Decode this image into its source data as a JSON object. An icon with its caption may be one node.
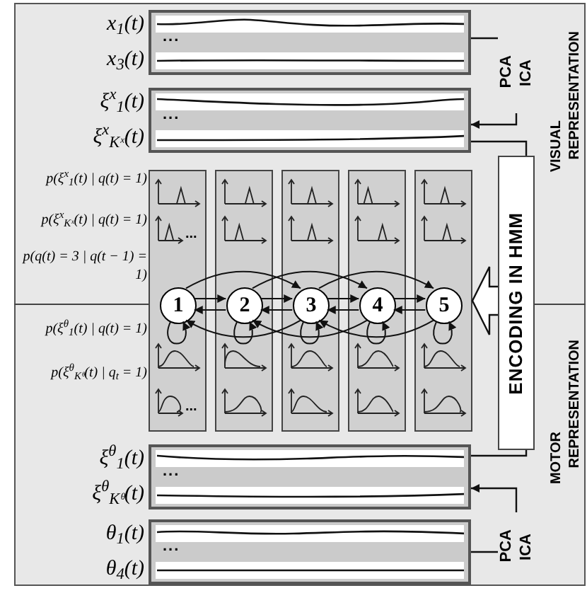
{
  "diagram": {
    "nodes": [
      {
        "text": [
          "..."
        ],
        "beside": [
          "x$_{1}$(t)",
          "x$_{3}$(t)"
        ]
      },
      {
        "text": [
          "..."
        ],
        "beside": [
          "ξ$^{x}$$_{1}$(t)",
          "ξ$^{x}$$_{Kˣ}$(t)"
        ]
      },
      {
        "text": [
          "PCA",
          "ICA"
        ]
      },
      {
        "text": [
          "...",
          "..."
        ]
      },
      {
        "text": [],
        "shape": "box"
      },
      {
        "text": [],
        "shape": "box"
      },
      {
        "text": [],
        "shape": "box"
      },
      {
        "text": [],
        "shape": "box"
      },
      {
        "text": [
          "1"
        ],
        "in": 3
      },
      {
        "text": [
          "2"
        ],
        "in": 4
      },
      {
        "text": [
          "3"
        ],
        "in": 5
      },
      {
        "text": [
          "4"
        ],
        "in": 6
      },
      {
        "text": [
          "5"
        ],
        "in": 7
      },
      {
        "text": [
          "ENCODING IN HMM"
        ]
      },
      {
        "text": [
          "..."
        ],
        "beside": [
          "ξ$^{θ}$$_{1}$(t)",
          "ξ$^{θ}$$_{Kᶿ}$(t)"
        ]
      },
      {
        "text": [
          "..."
        ],
        "beside": [
          "θ$_{1}$(t)",
          "θ$_{4}$(t)"
        ]
      },
      {
        "text": [
          "PCA",
          "ICA"
        ]
      }
    ],
    "edges": [
      {
        "from": 0,
        "to": 2,
        "arrow": "none"
      },
      {
        "from": 2,
        "to": 1,
        "arrow": "to"
      },
      {
        "from": 1,
        "to": 13,
        "arrow": "none"
      },
      {
        "from": 15,
        "to": 16,
        "arrow": "none"
      },
      {
        "from": 16,
        "to": 14,
        "arrow": "to"
      },
      {
        "from": 14,
        "to": 13,
        "arrow": "none"
      },
      {
        "from": 13,
        "to": 7,
        "arrow": "to",
        "style": "thick"
      },
      {
        "from": 8,
        "to": 9,
        "arrow": "to"
      },
      {
        "from": 9,
        "to": 10,
        "arrow": "to"
      },
      {
        "from": 10,
        "to": 11,
        "arrow": "to"
      },
      {
        "from": 11,
        "to": 12,
        "arrow": "to"
      },
      {
        "from": 9,
        "to": 8,
        "arrow": "to"
      },
      {
        "from": 10,
        "to": 9,
        "arrow": "to"
      },
      {
        "from": 11,
        "to": 10,
        "arrow": "to"
      },
      {
        "from": 12,
        "to": 11,
        "arrow": "to"
      },
      {
        "from": 8,
        "to": 10,
        "arrow": "to"
      },
      {
        "from": 9,
        "to": 11,
        "arrow": "to"
      },
      {
        "from": 10,
        "to": 12,
        "arrow": "to"
      },
      {
        "from": 10,
        "to": 8,
        "arrow": "to"
      },
      {
        "from": 11,
        "to": 9,
        "arrow": "to"
      },
      {
        "from": 12,
        "to": 10,
        "arrow": "to"
      },
      {
        "from": 8,
        "to": 8,
        "arrow": "to"
      },
      {
        "from": 9,
        "to": 9,
        "arrow": "to"
      },
      {
        "from": 10,
        "to": 10,
        "arrow": "to"
      },
      {
        "from": 11,
        "to": 11,
        "arrow": "to"
      },
      {
        "from": 12,
        "to": 12,
        "arrow": "to"
      }
    ],
    "labels": [
      "p(ξ$^{x}$$_{1}$(t) | q(t) = 1)",
      "p(ξ$^{x}$$_{Kˣ}$(t) | q(t) = 1)",
      "p(q(t) = 3 | q(t − 1) = 1)",
      "p(ξ$^{θ}$$_{1}$(t) | q(t) = 1)",
      "p(ξ$^{θ}$$_{Kᶿ}$(t) | q$_{t}$ = 1)",
      "VISUAL",
      "REPRESENTATION",
      "MOTOR",
      "REPRESENTATION"
    ]
  }
}
